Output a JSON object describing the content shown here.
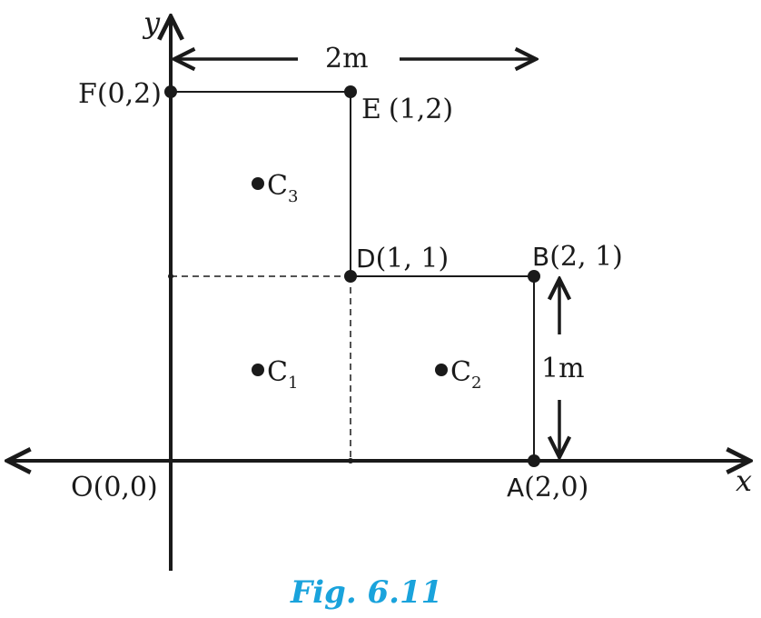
{
  "axes": {
    "x_label": "x",
    "y_label": "y"
  },
  "points": {
    "O": {
      "name": "O",
      "coords": "(0,0)"
    },
    "A": {
      "name": "A",
      "coords": "(2,0)"
    },
    "B": {
      "name": "B",
      "coords": "(2, 1)"
    },
    "D": {
      "name": "D",
      "coords": "(1, 1)"
    },
    "E": {
      "name": "E",
      "coords": "(1,2)"
    },
    "F": {
      "name": "F",
      "coords": "(0,2)"
    }
  },
  "centers": {
    "c1": {
      "letter": "C",
      "sub": "1"
    },
    "c2": {
      "letter": "C",
      "sub": "2"
    },
    "c3": {
      "letter": "C",
      "sub": "3"
    }
  },
  "dimensions": {
    "width": "2m",
    "height": "1m"
  },
  "caption": {
    "text": "Fig. 6.11",
    "color": "#1aa3dc"
  },
  "colors": {
    "ink": "#1a1a1a"
  }
}
